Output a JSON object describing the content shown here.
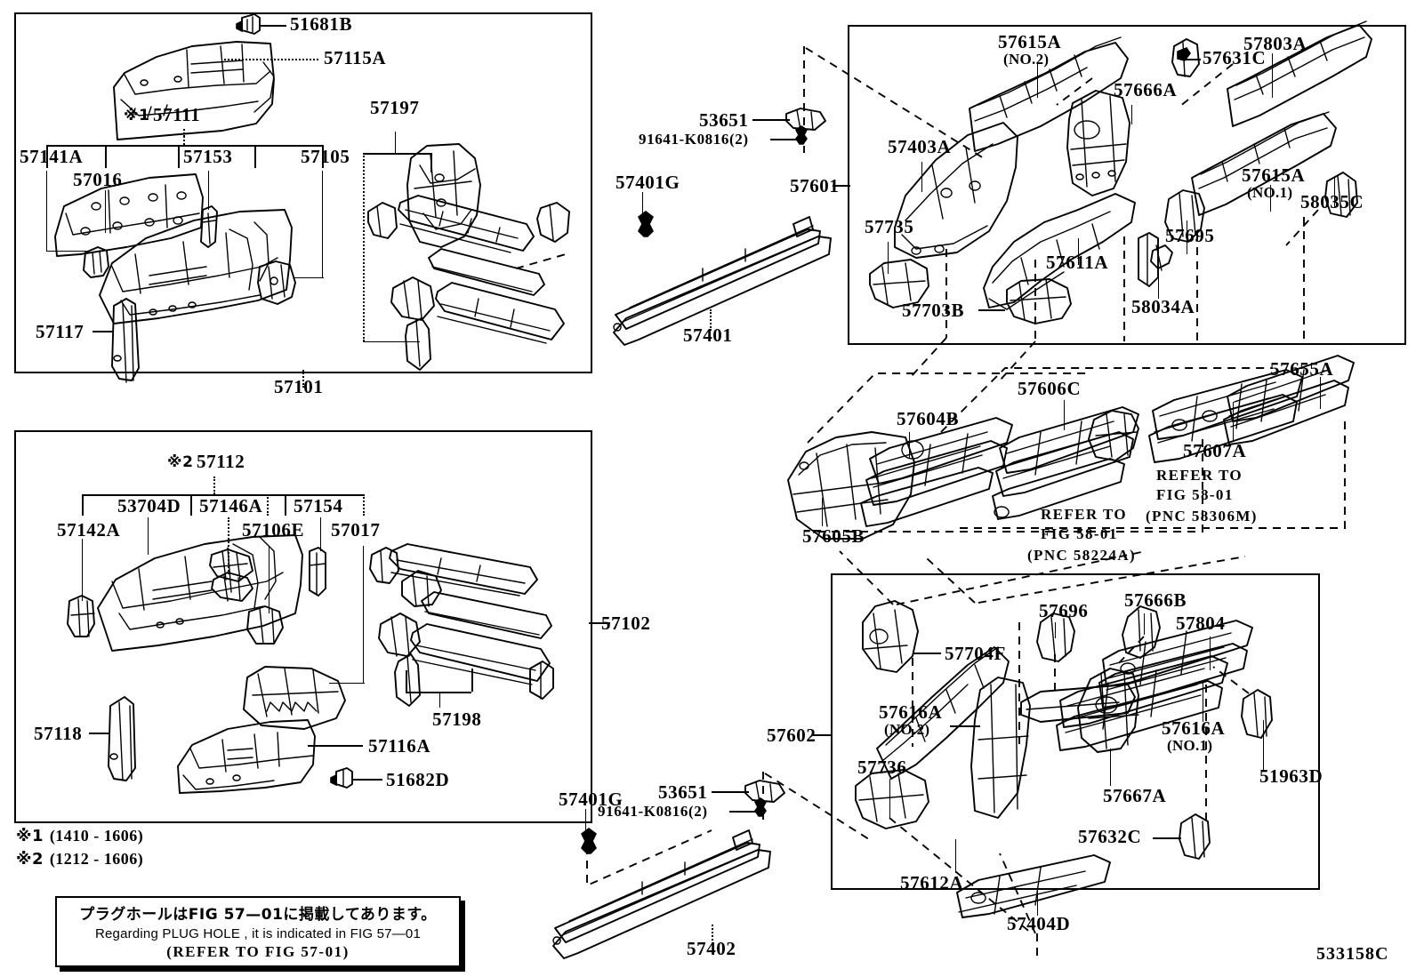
{
  "document": {
    "id": "533158C",
    "type": "parts-catalog-illustration"
  },
  "panels": {
    "top_left": {
      "group_label": "57101"
    },
    "bottom_left": {
      "group_label": "57102"
    },
    "top_right": {
      "group_label": "57601"
    },
    "bottom_right": {
      "group_label": "57602"
    }
  },
  "callouts": {
    "top_left": [
      {
        "id": "51681B",
        "text": "51681B"
      },
      {
        "id": "57115A",
        "text": "57115A"
      },
      {
        "id": "57111",
        "text": "57111",
        "prefix": "※1"
      },
      {
        "id": "57141A",
        "text": "57141A"
      },
      {
        "id": "57016",
        "text": "57016"
      },
      {
        "id": "57153",
        "text": "57153"
      },
      {
        "id": "57105",
        "text": "57105"
      },
      {
        "id": "57197",
        "text": "57197"
      },
      {
        "id": "57117",
        "text": "57117"
      },
      {
        "id": "57101",
        "text": "57101"
      }
    ],
    "bottom_left": [
      {
        "id": "57112",
        "text": "57112",
        "prefix": "※2"
      },
      {
        "id": "53704D",
        "text": "53704D"
      },
      {
        "id": "57146A",
        "text": "57146A"
      },
      {
        "id": "57154",
        "text": "57154"
      },
      {
        "id": "57142A",
        "text": "57142A"
      },
      {
        "id": "57106E",
        "text": "57106E"
      },
      {
        "id": "57017",
        "text": "57017"
      },
      {
        "id": "57198",
        "text": "57198"
      },
      {
        "id": "57118",
        "text": "57118"
      },
      {
        "id": "57116A",
        "text": "57116A"
      },
      {
        "id": "51682D",
        "text": "51682D"
      },
      {
        "id": "57102",
        "text": "57102"
      }
    ],
    "top_right": [
      {
        "id": "53651",
        "text": "53651"
      },
      {
        "id": "91641",
        "text": "91641-K0816(2)"
      },
      {
        "id": "57401G",
        "text": "57401G"
      },
      {
        "id": "57401",
        "text": "57401"
      },
      {
        "id": "57601",
        "text": "57601"
      },
      {
        "id": "57615A2",
        "text": "57615A",
        "sub": "(NO.2)"
      },
      {
        "id": "57631C",
        "text": "57631C"
      },
      {
        "id": "57803A",
        "text": "57803A"
      },
      {
        "id": "57666A",
        "text": "57666A"
      },
      {
        "id": "57403A",
        "text": "57403A"
      },
      {
        "id": "57615A1",
        "text": "57615A",
        "sub": "(NO.1)"
      },
      {
        "id": "58035C",
        "text": "58035C"
      },
      {
        "id": "57735",
        "text": "57735"
      },
      {
        "id": "57611A",
        "text": "57611A"
      },
      {
        "id": "57695",
        "text": "57695"
      },
      {
        "id": "58034A",
        "text": "58034A"
      },
      {
        "id": "57703B",
        "text": "57703B"
      }
    ],
    "middle_right": [
      {
        "id": "57605B",
        "text": "57605B"
      },
      {
        "id": "57604B",
        "text": "57604B"
      },
      {
        "id": "57606C",
        "text": "57606C"
      },
      {
        "id": "57607A",
        "text": "57607A"
      },
      {
        "id": "57655A",
        "text": "57655A"
      },
      {
        "id": "refer1",
        "line1": "REFER TO",
        "line2": "FIG 58-01",
        "line3": "(PNC 58224A)"
      },
      {
        "id": "refer2",
        "line1": "REFER TO",
        "line2": "FIG 58-01",
        "line3": "(PNC 58306M)"
      }
    ],
    "bottom_right": [
      {
        "id": "53651b",
        "text": "53651"
      },
      {
        "id": "91641b",
        "text": "91641-K0816(2)"
      },
      {
        "id": "57401Gb",
        "text": "57401G"
      },
      {
        "id": "57402",
        "text": "57402"
      },
      {
        "id": "57602",
        "text": "57602"
      },
      {
        "id": "57704F",
        "text": "57704F"
      },
      {
        "id": "57696",
        "text": "57696"
      },
      {
        "id": "57666B",
        "text": "57666B"
      },
      {
        "id": "57804",
        "text": "57804"
      },
      {
        "id": "57616A2",
        "text": "57616A",
        "sub": "(NO.2)"
      },
      {
        "id": "57616A1",
        "text": "57616A",
        "sub": "(NO.1)"
      },
      {
        "id": "51963D",
        "text": "51963D"
      },
      {
        "id": "57736",
        "text": "57736"
      },
      {
        "id": "57667A",
        "text": "57667A"
      },
      {
        "id": "57632C",
        "text": "57632C"
      },
      {
        "id": "57612A",
        "text": "57612A"
      },
      {
        "id": "57404D",
        "text": "57404D"
      }
    ]
  },
  "footnotes": [
    {
      "mark": "※1",
      "range": "(1410 - 1606)"
    },
    {
      "mark": "※2",
      "range": "(1212 - 1606)"
    }
  ],
  "note_box": {
    "jp": "プラグホールはFIG 57—01に掲載してあります。",
    "en": "Regarding  PLUG  HOLE , it is indicated in FIG  57—01",
    "ref": "(REFER TO FIG 57-01)"
  }
}
